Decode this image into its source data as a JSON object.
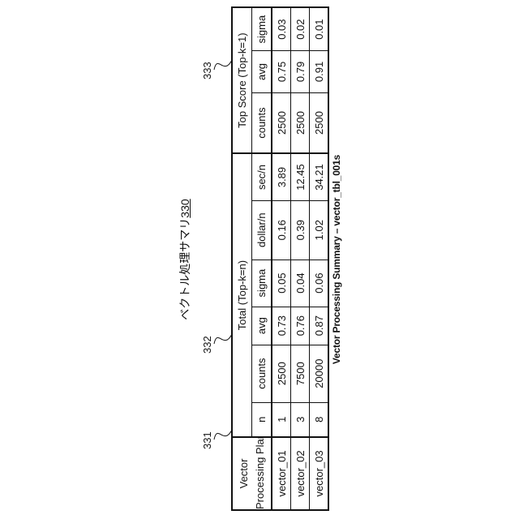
{
  "caption": {
    "text": "ベクトル処理サマリ",
    "number": "330"
  },
  "refs": {
    "r331": "331",
    "r332": "332",
    "r333": "333"
  },
  "table": {
    "header": {
      "plan_line1": "Vector",
      "plan_line2": "Processing Plan",
      "group_total": "Total (Top-k=n)",
      "group_top": "Top Score (Top-k=1)",
      "columns": [
        "n",
        "counts",
        "avg",
        "sigma",
        "dollar/n",
        "sec/n",
        "counts",
        "avg",
        "sigma"
      ]
    },
    "rows": [
      [
        "vector_01",
        "1",
        "2500",
        "0.73",
        "0.05",
        "0.16",
        "3.89",
        "2500",
        "0.75",
        "0.03"
      ],
      [
        "vector_02",
        "3",
        "7500",
        "0.76",
        "0.04",
        "0.39",
        "12.45",
        "2500",
        "0.79",
        "0.02"
      ],
      [
        "vector_03",
        "8",
        "20000",
        "0.87",
        "0.06",
        "1.02",
        "34.21",
        "2500",
        "0.91",
        "0.01"
      ]
    ]
  },
  "footer": "Vector Processing Summary – vector_tbl_001s"
}
